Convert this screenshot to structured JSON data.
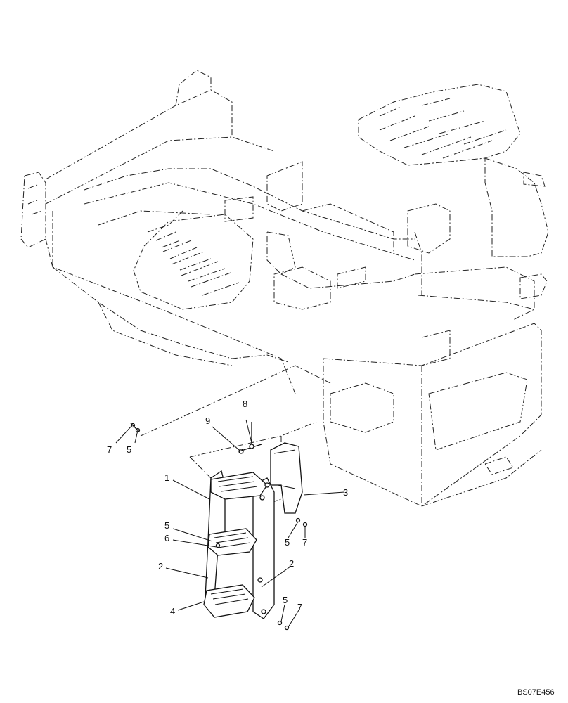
{
  "diagram": {
    "callouts": {
      "c1": "1",
      "c2a": "2",
      "c2b": "2",
      "c3": "3",
      "c4": "4",
      "c5a": "5",
      "c5b": "5",
      "c5c": "5",
      "c5d": "5",
      "c6": "6",
      "c7a": "7",
      "c7b": "7",
      "c7c": "7",
      "c8": "8",
      "c9": "9"
    },
    "drawing_id": "BS07E456"
  }
}
